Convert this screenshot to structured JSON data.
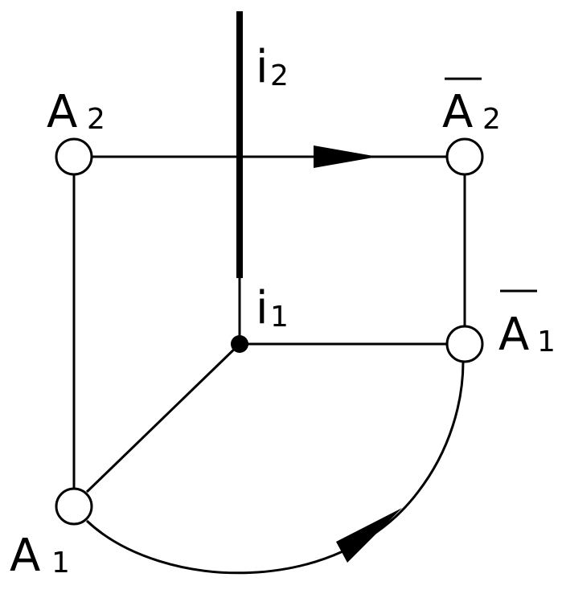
{
  "labels": {
    "A2_main": "A",
    "A2_sub": "2",
    "A2bar_main": "A",
    "A2bar_sub": "2",
    "A1bar_main": "A",
    "A1bar_sub": "1",
    "A1_main": "A",
    "A1_sub": "1",
    "i2_main": "i",
    "i2_sub": "2",
    "i1_main": "i",
    "i1_sub": "1"
  },
  "colors": {
    "stroke": "#000000",
    "fill": "#ffffff"
  }
}
